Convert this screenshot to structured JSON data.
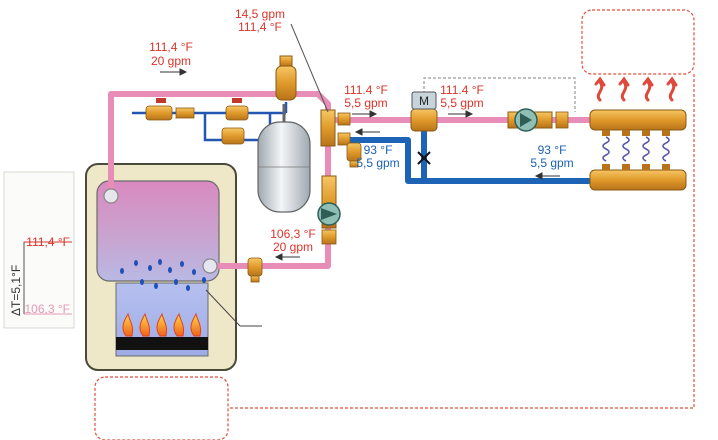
{
  "colors": {
    "supply_hot": "#e88db8",
    "return_cool": "#1d63b6",
    "cold_water": "#2256b0",
    "text_hot": "#d9342b",
    "text_cool": "#1b61b5",
    "brass": "#e0a63b",
    "boiler_shell": "#efe8c8",
    "dashed_control": "#e0503c"
  },
  "flow_labels": {
    "top_supply_temp": "111,4 °F",
    "top_supply_flow": "20 gpm",
    "junction_flow": "14,5 gpm",
    "junction_temp": "111,4 °F",
    "mix_in_temp": "111.4 °F",
    "mix_in_flow": "5,5 gpm",
    "mix_out_temp": "111.4 °F",
    "mix_out_flow": "5,5 gpm",
    "bypass_temp": "93 °F",
    "bypass_flow": "5,5 gpm",
    "return_temp": "93 °F",
    "return_flow": "5,5 gpm",
    "boiler_return_temp": "106,3 °F",
    "boiler_return_flow": "20 gpm"
  },
  "delta_gauge": {
    "upper_temp": "111,4 °F",
    "lower_temp": "106,3 °F",
    "delta": "ΔT=5,1°F"
  },
  "valve_symbol": "M",
  "icons": [
    "mixing-valve-icon",
    "circulator-pump-icon",
    "expansion-tank-icon",
    "heat-arrow-icon",
    "flame-icon",
    "closed-valve-x-icon"
  ]
}
